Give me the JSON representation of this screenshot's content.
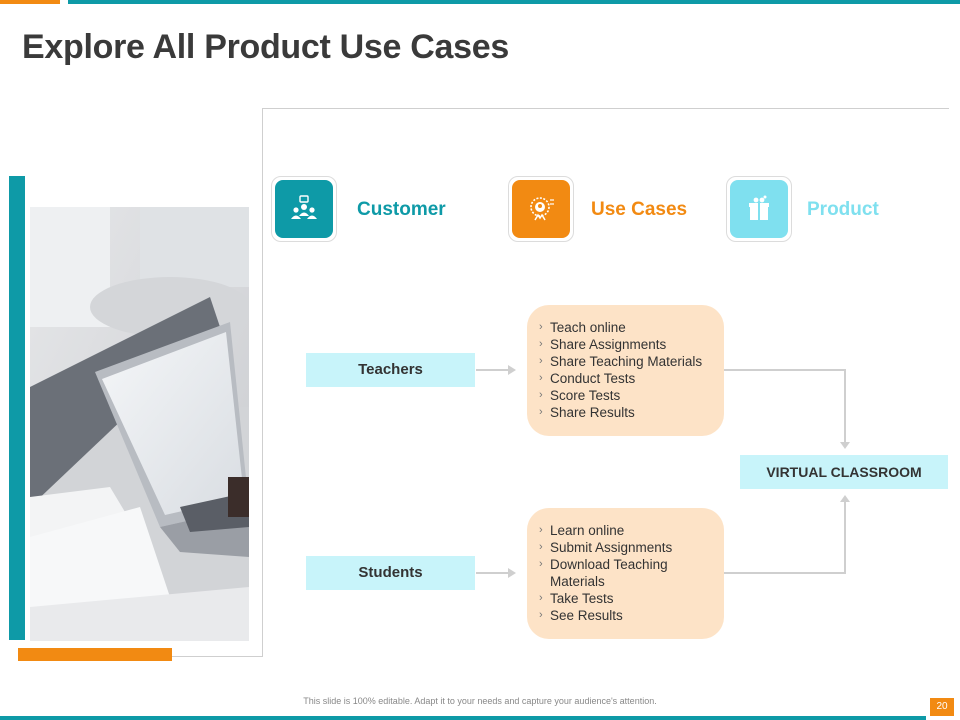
{
  "title": "Explore All Product Use Cases",
  "headers": {
    "customer": {
      "label": "Customer",
      "color": "#0e9aa7",
      "icon": "users-icon"
    },
    "use_cases": {
      "label": "Use Cases",
      "color": "#f28a12",
      "icon": "badge-icon"
    },
    "product": {
      "label": "Product",
      "color": "#7fe0ef",
      "icon": "gift-box-icon"
    }
  },
  "customers": {
    "teachers": "Teachers",
    "students": "Students"
  },
  "teachers_use_cases": [
    "Teach online",
    "Share Assignments",
    "Share Teaching Materials",
    "Conduct Tests",
    "Score Tests",
    "Share Results"
  ],
  "students_use_cases": [
    "Learn online",
    "Submit Assignments",
    "Download Teaching Materials",
    "Take Tests",
    "See Results"
  ],
  "product": "VIRTUAL CLASSROOM",
  "bullet": "›",
  "footer": "This slide is 100% editable. Adapt it to your needs and capture your audience's attention.",
  "page_number": "20",
  "colors": {
    "teal": "#0e9aa7",
    "orange": "#f28a12",
    "light_cyan": "#c8f4fa",
    "peach": "#fde3c7"
  }
}
